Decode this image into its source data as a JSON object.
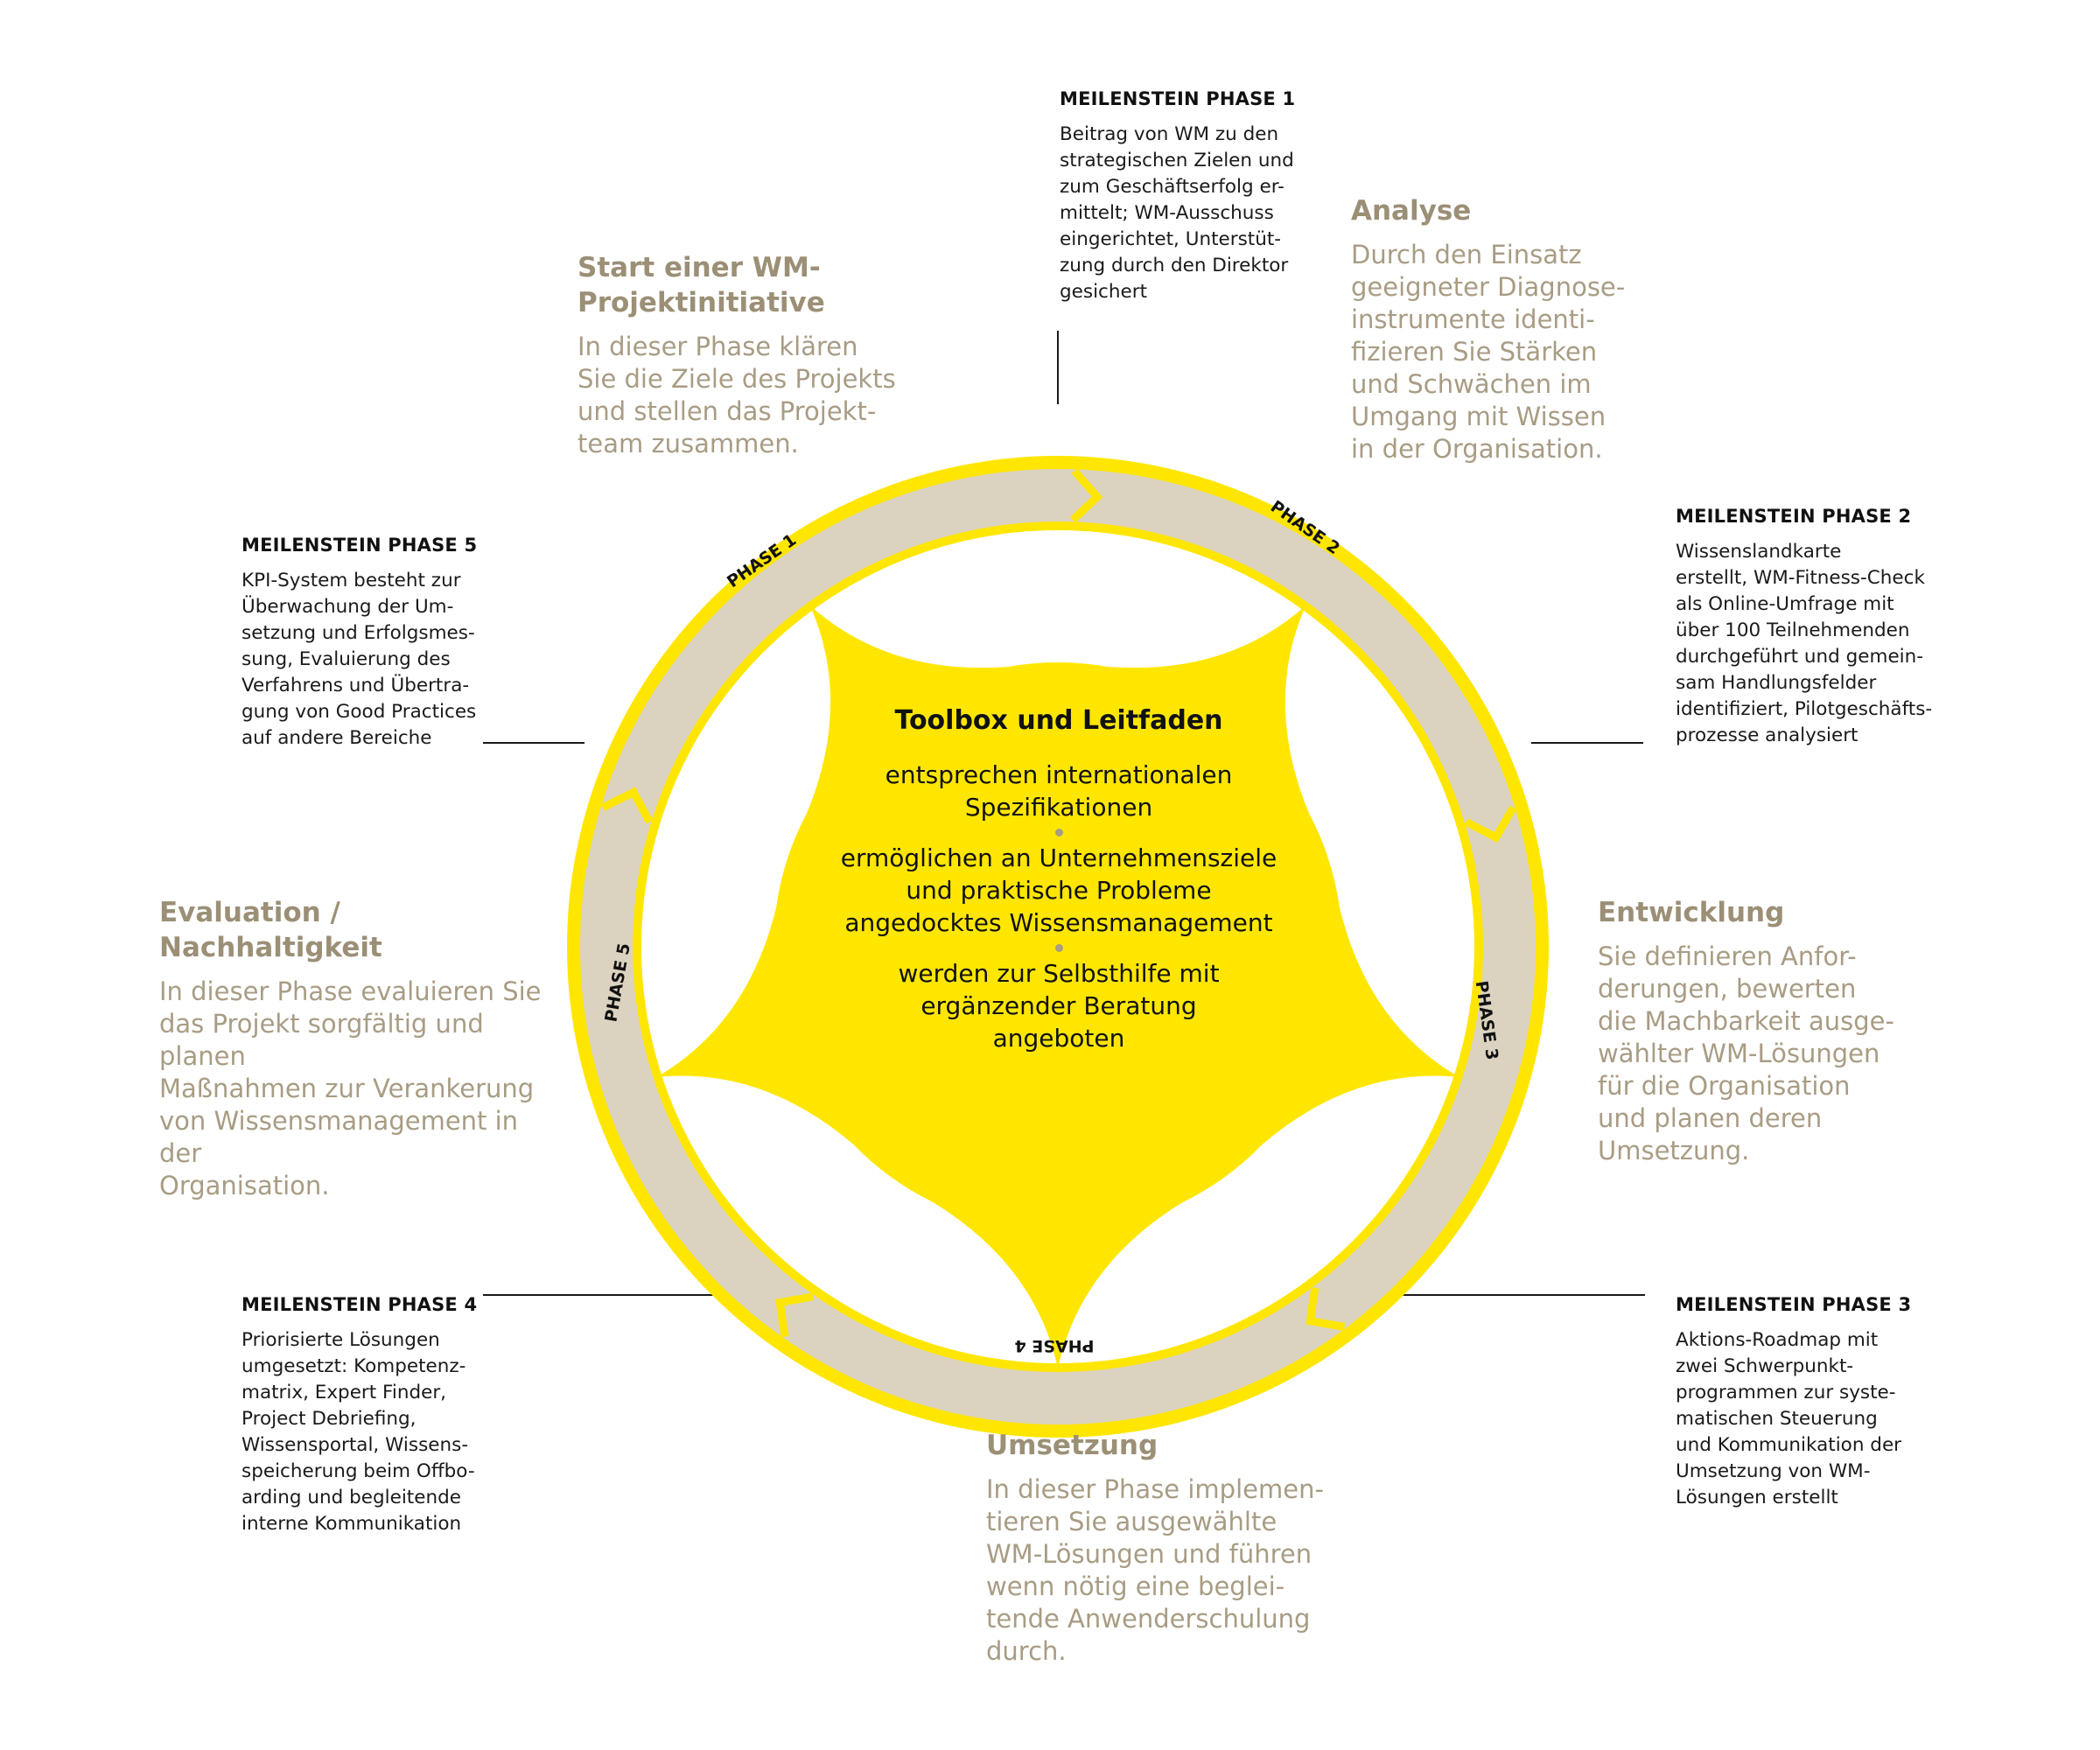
{
  "colors": {
    "yellow": "#ffe600",
    "ring_beige": "#dbd3bf",
    "phase_text": "#9b8f76",
    "milestone_text": "#1a1a1a"
  },
  "center": {
    "title": "Toolbox und Leitfaden",
    "items": [
      "entsprechen internationalen\nSpezifikationen",
      "ermöglichen an Unternehmensziele\nund praktische Probleme\nangedocktes Wissensmanagement",
      "werden zur Selbsthilfe mit\nergänzender Beratung\nangeboten"
    ]
  },
  "ring_labels": {
    "phase1": "PHASE 1",
    "phase2": "PHASE 2",
    "phase3": "PHASE 3",
    "phase4": "PHASE 4",
    "phase5": "PHASE 5"
  },
  "phases": {
    "start": {
      "title": "Start einer WM-\nProjektinitiative",
      "body": "In dieser Phase klären\nSie die Ziele des Projekts\nund stellen das Projekt-\nteam zusammen."
    },
    "analyse": {
      "title": "Analyse",
      "body": "Durch den Einsatz\ngeeigneter Diagnose-\ninstrumente identi-\nfizieren Sie Stärken\nund Schwächen im\nUmgang mit Wissen\nin der Organisation."
    },
    "entwicklung": {
      "title": "Entwicklung",
      "body": "Sie definieren Anfor-\nderungen, bewerten\ndie Machbarkeit ausge-\nwählter WM-Lösungen\nfür die Organisation\nund planen deren\nUmsetzung."
    },
    "umsetzung": {
      "title": "Umsetzung",
      "body": "In dieser Phase implemen-\ntieren Sie ausgewählte\nWM-Lösungen und führen\nwenn nötig eine beglei-\ntende Anwenderschulung\ndurch."
    },
    "evaluation": {
      "title": "Evaluation / Nachhaltigkeit",
      "body": "In dieser Phase evaluieren Sie\ndas Projekt sorgfältig und planen\nMaßnahmen zur Verankerung\nvon Wissensmanagement in der\nOrganisation."
    }
  },
  "milestones": {
    "m1": {
      "title": "MEILENSTEIN PHASE 1",
      "body": "Beitrag von WM zu den\nstrategischen Zielen und\nzum Geschäftserfolg er-\nmittelt; WM-Ausschuss\neingerichtet, Unterstüt-\nzung durch den Direktor\ngesichert"
    },
    "m2": {
      "title": "MEILENSTEIN PHASE 2",
      "body": "Wissenslandkarte\nerstellt, WM-Fitness-Check\nals Online-Umfrage mit\nüber 100 Teilnehmenden\ndurchgeführt und  gemein-\nsam Handlungsfelder\nidentifiziert, Pilotgeschäfts-\nprozesse analysiert"
    },
    "m3": {
      "title": "MEILENSTEIN PHASE 3",
      "body": "Aktions-Roadmap mit\nzwei Schwerpunkt-\nprogrammen zur syste-\nmatischen Steuerung\nund Kommunikation der\nUmsetzung von WM-\nLösungen erstellt"
    },
    "m4": {
      "title": "MEILENSTEIN PHASE 4",
      "body": "Priorisierte Lösungen\numgesetzt: Kompetenz-\nmatrix, Expert Finder,\nProject Debriefing,\nWissensportal, Wissens-\nspeicherung beim Offbo-\narding und begleitende\ninterne Kommunikation"
    },
    "m5": {
      "title": "MEILENSTEIN PHASE 5",
      "body": "KPI-System besteht zur\nÜberwachung der Um-\nsetzung und Erfolgsmes-\nsung, Evaluierung des\nVerfahrens und Übertra-\ngung von Good Practices\nauf andere Bereiche"
    }
  }
}
